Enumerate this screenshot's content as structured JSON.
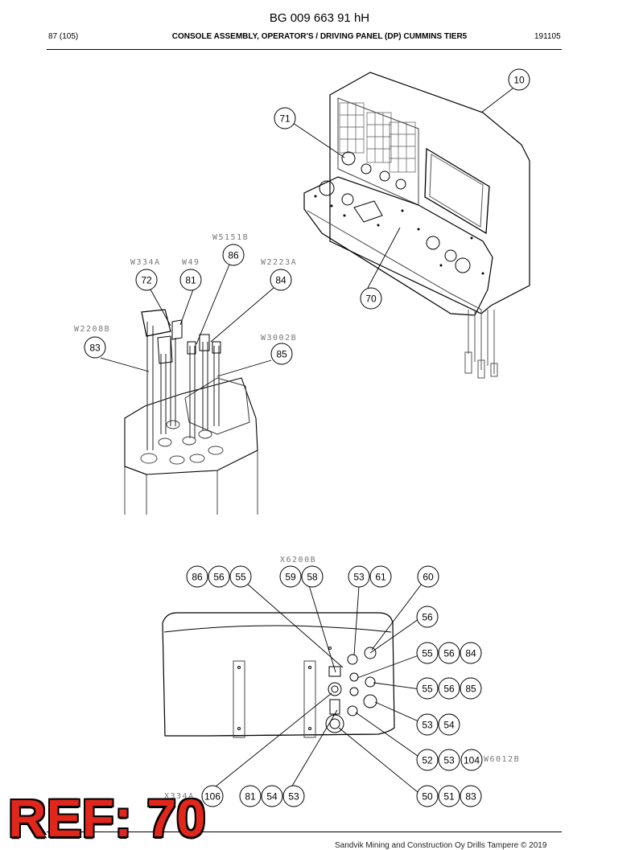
{
  "header": {
    "document_id": "BG 009 663 91 hH",
    "page": "87 (105)",
    "title": "CONSOLE ASSEMBLY, OPERATOR'S / DRIVING PANEL (DP) CUMMINS TIER5",
    "date_code": "191105"
  },
  "balloons": [
    {
      "id": "b-10",
      "label": "10"
    },
    {
      "id": "b-71",
      "label": "71"
    },
    {
      "id": "b-86a",
      "label": "86"
    },
    {
      "id": "b-72",
      "label": "72"
    },
    {
      "id": "b-81a",
      "label": "81"
    },
    {
      "id": "b-84a",
      "label": "84"
    },
    {
      "id": "b-70",
      "label": "70"
    },
    {
      "id": "b-83a",
      "label": "83"
    },
    {
      "id": "b-85a",
      "label": "85"
    },
    {
      "id": "b-86b",
      "label": "86"
    },
    {
      "id": "b-56a",
      "label": "56"
    },
    {
      "id": "b-55a",
      "label": "55"
    },
    {
      "id": "b-59",
      "label": "59"
    },
    {
      "id": "b-58",
      "label": "58"
    },
    {
      "id": "b-53a",
      "label": "53"
    },
    {
      "id": "b-61",
      "label": "61"
    },
    {
      "id": "b-60",
      "label": "60"
    },
    {
      "id": "b-56b",
      "label": "56"
    },
    {
      "id": "b-55b",
      "label": "55"
    },
    {
      "id": "b-56c",
      "label": "56"
    },
    {
      "id": "b-84b",
      "label": "84"
    },
    {
      "id": "b-55c",
      "label": "55"
    },
    {
      "id": "b-56d",
      "label": "56"
    },
    {
      "id": "b-85b",
      "label": "85"
    },
    {
      "id": "b-53b",
      "label": "53"
    },
    {
      "id": "b-54a",
      "label": "54"
    },
    {
      "id": "b-52",
      "label": "52"
    },
    {
      "id": "b-53c",
      "label": "53"
    },
    {
      "id": "b-104",
      "label": "104"
    },
    {
      "id": "b-106",
      "label": "106"
    },
    {
      "id": "b-81b",
      "label": "81"
    },
    {
      "id": "b-54b",
      "label": "54"
    },
    {
      "id": "b-53d",
      "label": "53"
    },
    {
      "id": "b-50",
      "label": "50"
    },
    {
      "id": "b-51",
      "label": "51"
    },
    {
      "id": "b-83b",
      "label": "83"
    }
  ],
  "wire_labels": {
    "w5151b": "W5151B",
    "w334a": "W334A",
    "w49": "W49",
    "w2223a": "W2223A",
    "w2208b": "W2208B",
    "w3002b": "W3002B",
    "x6200b": "X6200B",
    "w6012b": "W6012B",
    "x334a": "X334A"
  },
  "watermark": "REF: 70",
  "footer": {
    "copyright": "Sandvik Mining and Construction Oy Drills Tampere © 2019"
  }
}
